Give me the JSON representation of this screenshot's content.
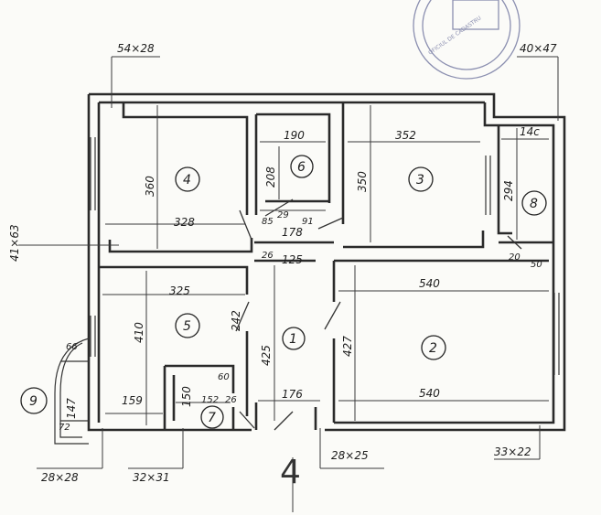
{
  "openings": {
    "top_left": "54×28",
    "top_right": "40×47",
    "left_mid": "41×63",
    "bottom_left": "28×28",
    "bottom_mid_left": "32×31",
    "bottom_mid_right": "28×25",
    "bottom_right": "33×22"
  },
  "rooms": [
    {
      "id": "4",
      "dims": [
        "328",
        "360"
      ]
    },
    {
      "id": "6",
      "dims": [
        "190",
        "208",
        "178"
      ]
    },
    {
      "id": "3",
      "dims": [
        "352",
        "350"
      ]
    },
    {
      "id": "8",
      "dims": [
        "14c",
        "294"
      ]
    },
    {
      "id": "5",
      "dims": [
        "325",
        "410",
        "242",
        "159"
      ]
    },
    {
      "id": "1",
      "dims": [
        "425",
        "176",
        "125"
      ]
    },
    {
      "id": "2",
      "dims": [
        "540",
        "540",
        "427"
      ]
    },
    {
      "id": "7",
      "dims": [
        "150",
        "152",
        "60",
        "26"
      ]
    },
    {
      "id": "9",
      "dims": [
        "147",
        "72"
      ]
    }
  ],
  "small_dims": [
    "85",
    "29",
    "91",
    "26",
    "20",
    "50",
    "66"
  ],
  "north_mark": "4"
}
